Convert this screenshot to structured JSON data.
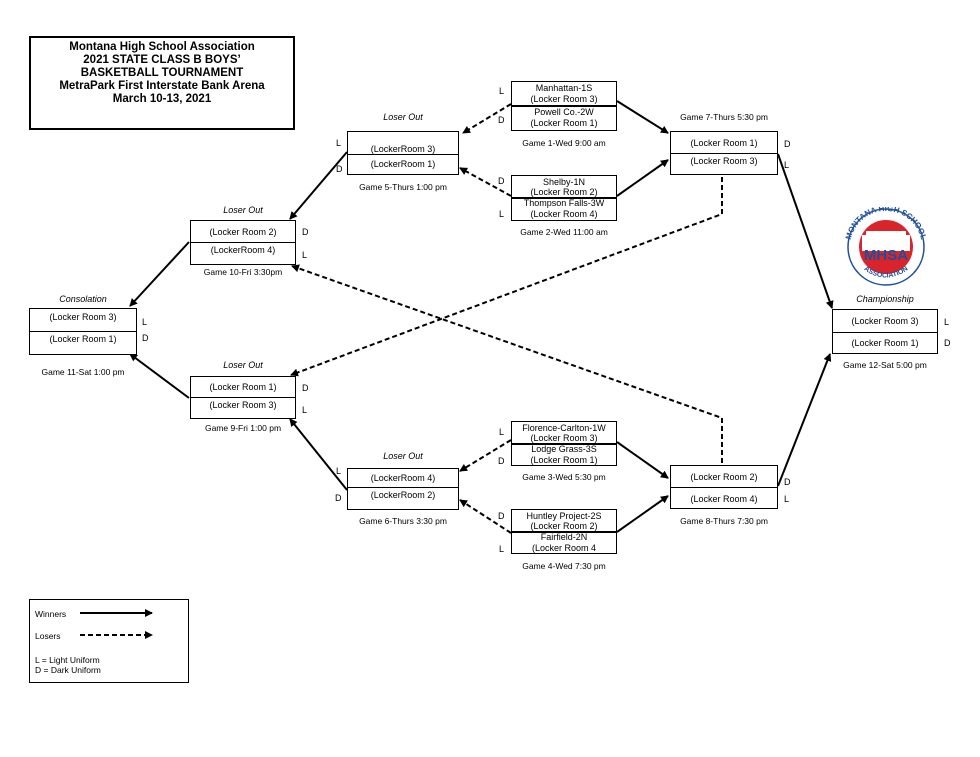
{
  "title": {
    "lines": [
      "Montana High School Association",
      "2021 STATE CLASS B BOYS’",
      "BASKETBALL TOURNAMENT",
      "MetraPark First Interstate Bank Arena",
      "March 10-13, 2021"
    ]
  },
  "games": {
    "g1": {
      "top_team": "Manhattan-1S",
      "top_room": "(Locker Room 3)",
      "top_uniform": "L",
      "bottom_team": "Powell Co.-2W",
      "bottom_room": "(Locker Room 1)",
      "bottom_uniform": "D",
      "caption": "Game 1-Wed 9:00 am"
    },
    "g2": {
      "top_team": "Shelby-1N",
      "top_room": "(Locker Room 2)",
      "top_uniform": "D",
      "bottom_team": "Thompson Falls-3W",
      "bottom_room": "(Locker Room 4)",
      "bottom_uniform": "L",
      "caption": "Game 2-Wed 11:00 am"
    },
    "g3": {
      "top_team": "Florence-Carlton-1W",
      "top_room": "(Locker Room 3)",
      "top_uniform": "L",
      "bottom_team": "Lodge Grass-3S",
      "bottom_room": "(Locker Room 1)",
      "bottom_uniform": "D",
      "caption": "Game 3-Wed 5:30 pm"
    },
    "g4": {
      "top_team": "Huntley Project-2S",
      "top_room": "(Locker Room 2)",
      "top_uniform": "D",
      "bottom_team": "Fairfield-2N",
      "bottom_room": "(Locker Room 4",
      "bottom_uniform": "L",
      "caption": "Game 4-Wed 7:30 pm"
    },
    "g5": {
      "label": "Loser Out",
      "top_room": "(LockerRoom 3)",
      "top_uniform": "L",
      "bottom_room": "(LockerRoom 1)",
      "bottom_uniform": "D",
      "caption": "Game 5-Thurs 1:00 pm"
    },
    "g6": {
      "label": "Loser Out",
      "top_room": "(LockerRoom 4)",
      "top_uniform": "L",
      "bottom_room": "(LockerRoom 2)",
      "bottom_uniform": "D",
      "caption": "Game 6-Thurs 3:30 pm"
    },
    "g7": {
      "top_room": "(Locker Room 1)",
      "top_uniform": "D",
      "bottom_room": "(Locker Room 3)",
      "bottom_uniform": "L",
      "caption": "Game 7-Thurs 5:30 pm"
    },
    "g8": {
      "top_room": "(Locker Room 2)",
      "top_uniform": "D",
      "bottom_room": "(Locker Room 4)",
      "bottom_uniform": "L",
      "caption": "Game 8-Thurs 7:30 pm"
    },
    "g9": {
      "label": "Loser Out",
      "top_room": "(Locker Room 1)",
      "top_uniform": "D",
      "bottom_room": "(Locker Room 3)",
      "bottom_uniform": "L",
      "caption": "Game 9-Fri 1:00 pm"
    },
    "g10": {
      "label": "Loser Out",
      "top_room": "(Locker Room 2)",
      "top_uniform": "D",
      "bottom_room": "(LockerRoom 4)",
      "bottom_uniform": "L",
      "caption": "Game 10-Fri 3:30pm"
    },
    "g11": {
      "label": "Consolation",
      "top_room": "(Locker Room 3)",
      "top_uniform": "L",
      "bottom_room": "(Locker Room 1)",
      "bottom_uniform": "D",
      "caption": "Game 11-Sat 1:00 pm"
    },
    "g12": {
      "label": "Championship",
      "top_room": "(Locker Room 3)",
      "top_uniform": "L",
      "bottom_room": "(Locker Room 1)",
      "bottom_uniform": "D",
      "caption": "Game 12-Sat 5:00 pm"
    }
  },
  "logo": {
    "ring_text_top": "MONTANA HIGH SCHOOL",
    "ring_text_bottom": "ASSOCIATION",
    "center_text": "MHSA",
    "red": "#d9242b",
    "blue": "#1e4f9c"
  },
  "legend": {
    "winners": "Winners",
    "losers": "Losers",
    "light": "L = Light Uniform",
    "dark": "D = Dark Uniform"
  }
}
